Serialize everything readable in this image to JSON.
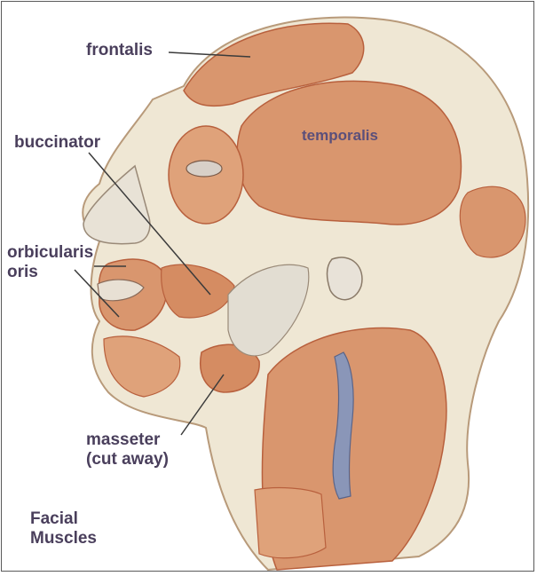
{
  "labels": {
    "frontalis": "frontalis",
    "temporalis": "temporalis",
    "buccinator": "buccinator",
    "orbicularis_line1": "orbicularis",
    "orbicularis_line2": "oris",
    "masseter_line1": "masseter",
    "masseter_line2": "(cut away)"
  },
  "caption": {
    "line1": "Facial",
    "line2": "Muscles"
  },
  "colors": {
    "muscle": "#d9966e",
    "muscle_dark": "#b8603d",
    "skin": "#efe7d4",
    "bone": "#e8e4da",
    "vein": "#8a96b8",
    "label": "#4a3f5c",
    "leader": "#3b3b3b"
  }
}
